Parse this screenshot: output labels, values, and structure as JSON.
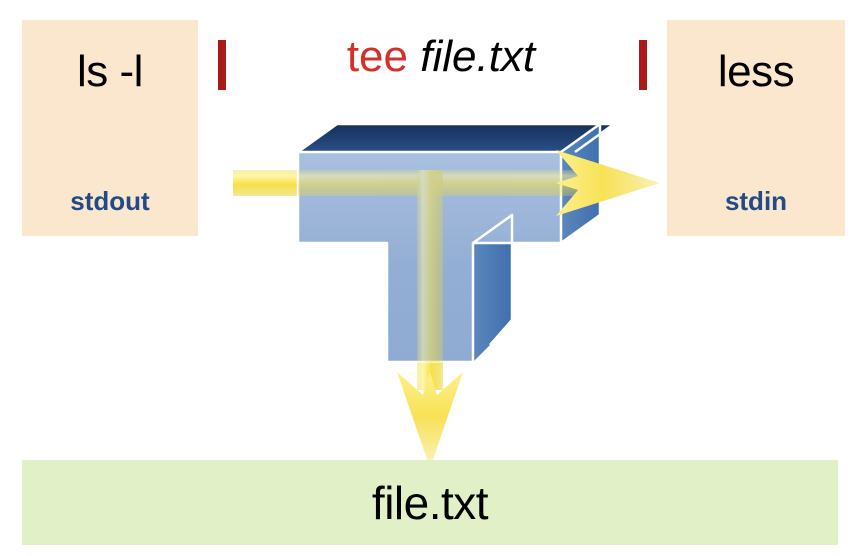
{
  "diagram": {
    "title": "tee command pipeline diagram",
    "background_color": "#ffffff"
  },
  "left_box": {
    "command": "ls -l",
    "stream_label": "stdout",
    "bg_color": "#fbe7cd",
    "command_color": "#000000",
    "stream_color": "#214a87"
  },
  "right_box": {
    "command": "less",
    "stream_label": "stdin",
    "bg_color": "#fbe7cd",
    "command_color": "#000000",
    "stream_color": "#214a87"
  },
  "center": {
    "pipe_left": "|",
    "pipe_right": "|",
    "pipe_color": "#a81b16",
    "tee_command": "tee",
    "tee_color": "#d4302a",
    "filename": "file.txt",
    "filename_color": "#000000"
  },
  "file_bar": {
    "label": "file.txt",
    "bg_color": "#e2f0c8",
    "text_color": "#000000"
  },
  "tee_block": {
    "shape_name": "T-shaped 3D block",
    "top_face_color": "#1b3a6b",
    "front_face_color": "#9eb6da",
    "side_face_color": "#4a7ab5",
    "edge_color": "#ffffff"
  },
  "arrows": {
    "flow_color": "#f5e04a",
    "horizontal_direction": "right",
    "vertical_direction": "down"
  }
}
